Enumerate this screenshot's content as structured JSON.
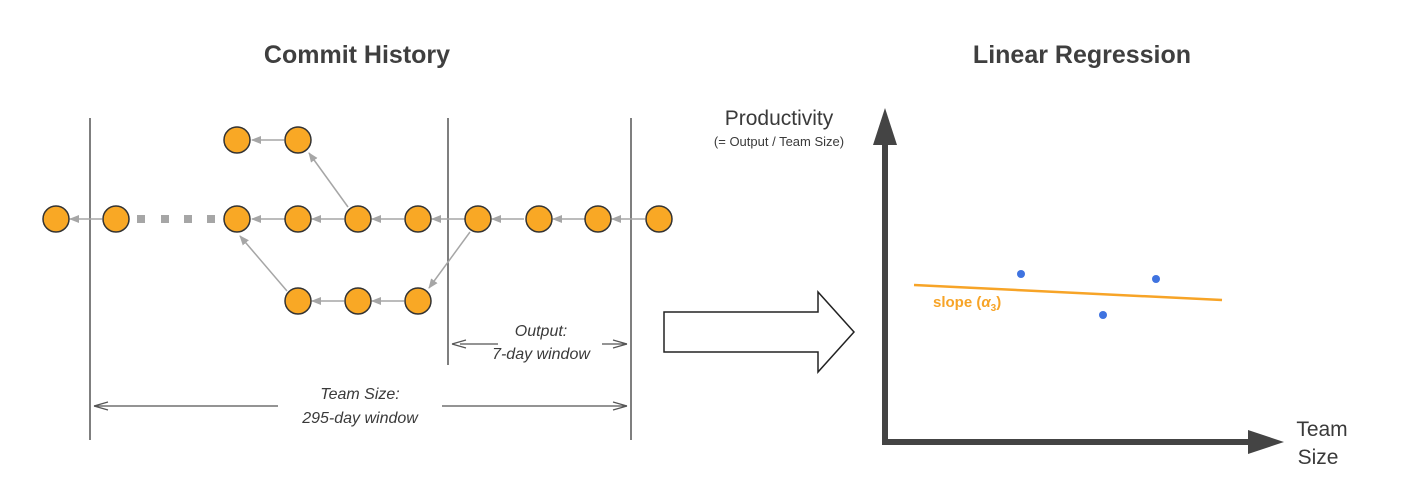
{
  "left_panel": {
    "title": "Commit History",
    "output_label_line1": "Output:",
    "output_label_line2": "7-day window",
    "teamsize_label_line1": "Team Size:",
    "teamsize_label_line2": "295-day window"
  },
  "right_panel": {
    "title": "Linear Regression",
    "y_axis_label": "Productivity",
    "y_axis_sublabel": "(= Output / Team Size)",
    "x_axis_label_line1": "Team",
    "x_axis_label_line2": "Size",
    "slope_prefix": "slope (",
    "slope_symbol": "α",
    "slope_subscript": "3",
    "slope_suffix": ")"
  },
  "colors": {
    "commit_fill": "#f9a825",
    "commit_stroke": "#333333",
    "edge": "#a6a6a6",
    "divider": "#555555",
    "axis": "#444444",
    "regression_line": "#f7a427",
    "point": "#3f73e0"
  }
}
